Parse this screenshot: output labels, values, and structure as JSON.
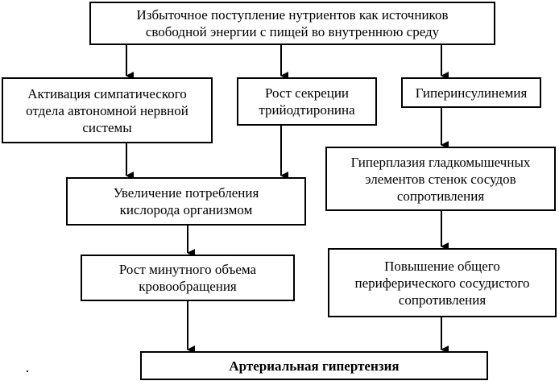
{
  "nodes": {
    "top": "Избыточное поступление нутриентов как источников\nсвободной энергии с пищей во внутреннюю среду",
    "sympathetic": "Активация симпатического\nотдела автономной нервной\nсистемы",
    "triiodothyronine": "Рост секреции\nтрийодтиронина",
    "hyperinsulinemia": "Гиперинсулинемия",
    "oxygen": "Увеличение потребления\nкислорода организмом",
    "hyperplasia": "Гиперплазия гладкомышечных\nэлементов стенок сосудов\nсопротивления",
    "cardiac_output": "Рост минутного объема\nкровообращения",
    "resistance": "Повышение общего\nпериферического сосудистого\nсопротивления",
    "hypertension": "Артериальная гипертензия"
  }
}
